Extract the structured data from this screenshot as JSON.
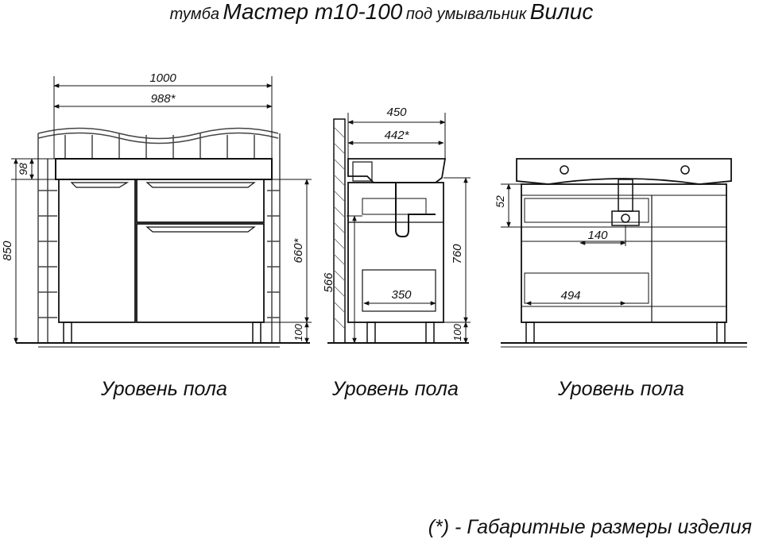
{
  "title": {
    "prefix": "тумба",
    "model": "Мастер т10-100",
    "middle": "под умывальник",
    "sink": "Вилис"
  },
  "views": {
    "front": {
      "dims": {
        "total_width": "1000",
        "cabinet_width": "988*",
        "top_height": "98",
        "total_height": "850",
        "body_height": "660*",
        "leg_height": "100"
      },
      "floor_label": "Уровень пола"
    },
    "side": {
      "dims": {
        "total_depth": "450",
        "cabinet_depth": "442*",
        "body_height": "760",
        "inner_height": "566",
        "drawer_depth": "350",
        "leg_height": "100"
      },
      "floor_label": "Уровень пола"
    },
    "back": {
      "dims": {
        "pipe_offset": "52",
        "pipe_width": "140",
        "inner_width": "494"
      },
      "floor_label": "Уровень пола"
    }
  },
  "footnote": "(*) - Габаритные размеры изделия"
}
